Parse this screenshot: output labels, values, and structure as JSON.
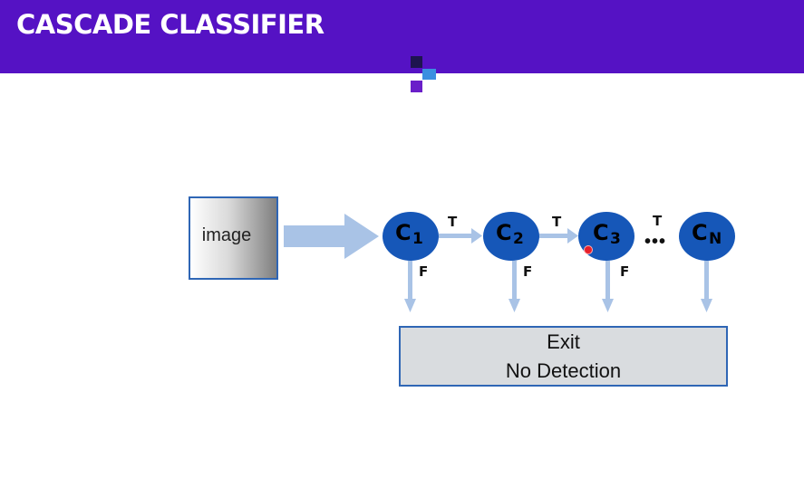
{
  "header": {
    "title": "CASCADE CLASSIFIER"
  },
  "colors": {
    "header_bg": "#5512c4",
    "node_fill": "#1657b8",
    "arrow_fill": "#a9c3e6",
    "box_border": "#2f66b5",
    "exit_fill": "#d9dcdf"
  },
  "diagram": {
    "input_label": "image",
    "nodes": [
      {
        "letter": "C",
        "subscript": "1"
      },
      {
        "letter": "C",
        "subscript": "2"
      },
      {
        "letter": "C",
        "subscript": "3"
      },
      {
        "letter": "C",
        "subscript": "N"
      }
    ],
    "true_label": "T",
    "false_label": "F",
    "ellipsis": "•••",
    "exit_box": {
      "line1": "Exit",
      "line2": "No Detection"
    }
  }
}
